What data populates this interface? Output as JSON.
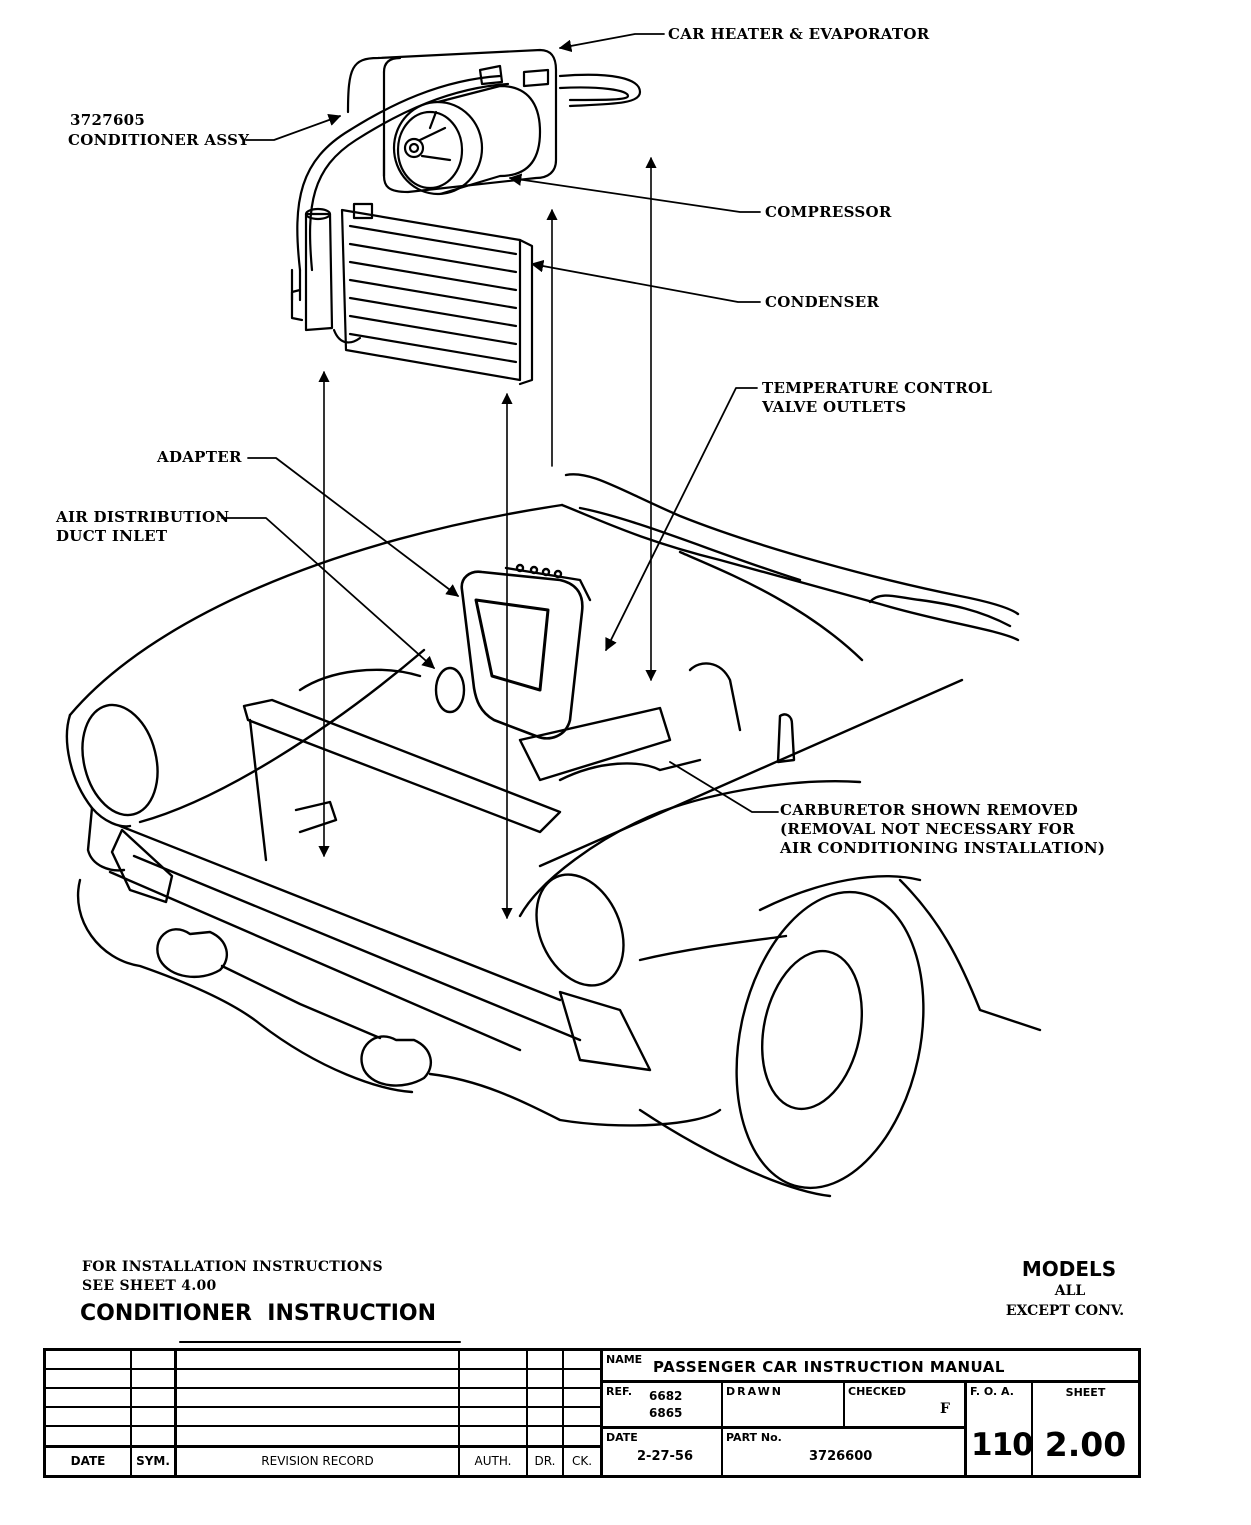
{
  "callouts": {
    "car_heater": "CAR HEATER & EVAPORATOR",
    "conditioner_part_no": "3727605",
    "conditioner_assy": "CONDITIONER ASSY",
    "compressor": "COMPRESSOR",
    "condenser": "CONDENSER",
    "temp_control_line1": "TEMPERATURE CONTROL",
    "temp_control_line2": "VALVE OUTLETS",
    "adapter": "ADAPTER",
    "air_dist_line1": "AIR DISTRIBUTION",
    "air_dist_line2": "DUCT INLET",
    "carb_line1": "CARBURETOR SHOWN REMOVED",
    "carb_line2": "(REMOVAL NOT NECESSARY FOR",
    "carb_line3": "AIR CONDITIONING INSTALLATION)"
  },
  "notes": {
    "install_line1": "FOR INSTALLATION INSTRUCTIONS",
    "install_line2": "SEE SHEET 4.00",
    "doc_title": "CONDITIONER  INSTRUCTION",
    "models_heading": "MODELS",
    "models_line1": "ALL",
    "models_line2": "EXCEPT CONV."
  },
  "title_block": {
    "revision_headers": [
      "DATE",
      "SYM.",
      "REVISION RECORD",
      "AUTH.",
      "DR.",
      "CK."
    ],
    "name_label": "NAME",
    "name_value": "PASSENGER CAR INSTRUCTION MANUAL",
    "ref_label": "REF.",
    "ref_value1": "6682",
    "ref_value2": "6865",
    "drawn_label": "DRAWN",
    "drawn_value": "",
    "checked_label": "CHECKED",
    "checked_value": "F",
    "date_label": "DATE",
    "date_value": "2-27-56",
    "part_label": "PART No.",
    "part_value": "3726600",
    "foa_label": "F. O. A.",
    "foa_value": "110",
    "sheet_label": "SHEET",
    "sheet_value": "2.00"
  }
}
